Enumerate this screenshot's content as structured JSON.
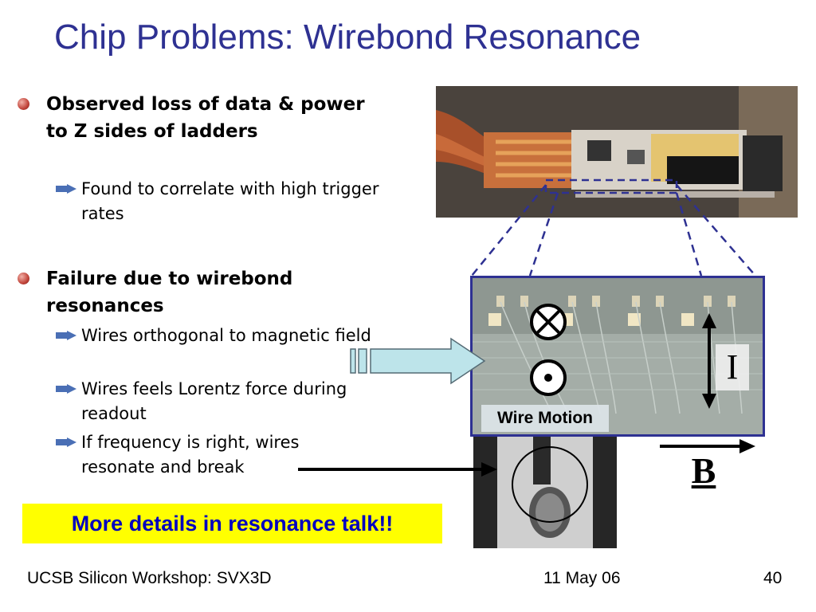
{
  "slide": {
    "title": "Chip Problems: Wirebond Resonance"
  },
  "bullets": [
    {
      "text": "Observed loss of data & power to Z sides of ladders",
      "subs": [
        "Found to correlate with high trigger rates"
      ]
    },
    {
      "text": "Failure due to wirebond resonances",
      "subs": [
        "Wires orthogonal to magnetic field",
        "Wires feels Lorentz force during readout",
        "If frequency is right, wires resonate and break"
      ]
    }
  ],
  "callout": "More details in resonance talk!!",
  "diagram": {
    "wire_motion_label": "Wire Motion",
    "current_label": "I",
    "field_label": "B"
  },
  "footer": {
    "left": "UCSB Silicon Workshop: SVX3D",
    "center": "11 May 06",
    "right": "40"
  },
  "colors": {
    "title": "#2e3192",
    "callout_bg": "#ffff00",
    "callout_text": "#0000c0",
    "bullet": "#c1443a",
    "sub_arrow": "#4a6fb5"
  }
}
